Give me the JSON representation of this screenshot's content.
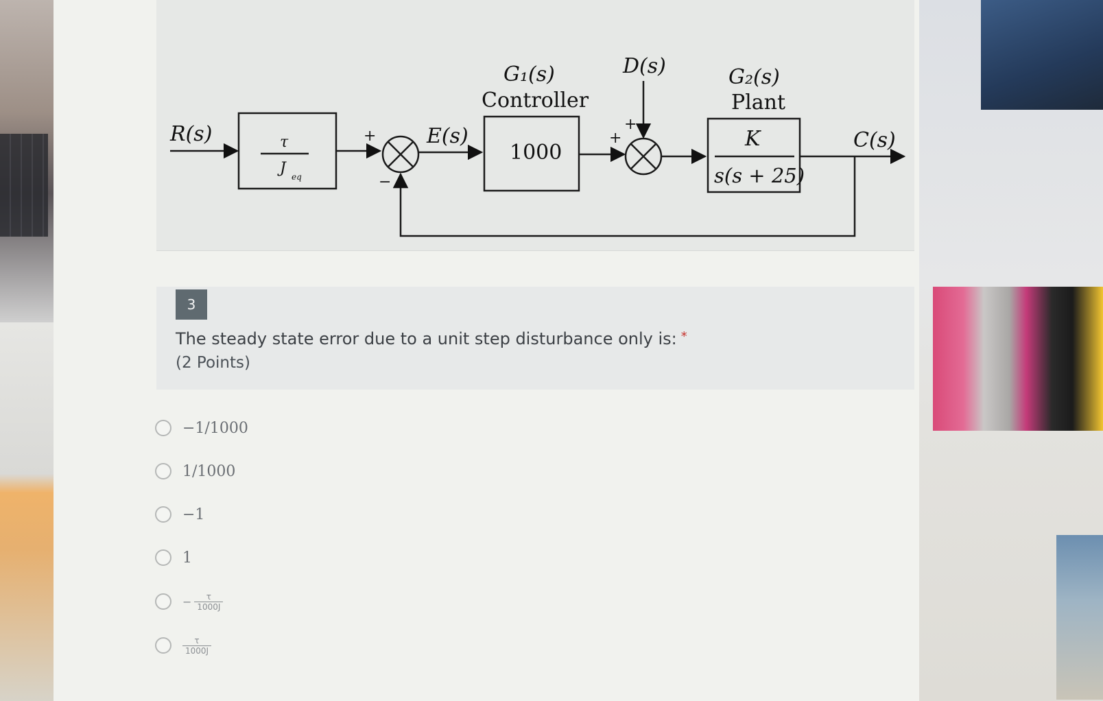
{
  "diagram": {
    "signals": {
      "input": "R(s)",
      "error": "E(s)",
      "disturbance": "D(s)",
      "output": "C(s)"
    },
    "prefilter": {
      "numerator": "τ",
      "denominator": "J",
      "subscript": "eq"
    },
    "controller": {
      "name": "G₁(s)",
      "label": "Controller",
      "gain": "1000"
    },
    "plant": {
      "name": "G₂(s)",
      "label": "Plant",
      "numerator": "K",
      "denominator": "s(s + 25)"
    },
    "signs": {
      "sum1_plus": "+",
      "sum1_minus": "−",
      "sum2_plus_left": "+",
      "sum2_plus_top": "+"
    }
  },
  "question": {
    "number": "3",
    "text": "The steady state error due to a unit step disturbance only is:",
    "required_marker": "*",
    "points": "(2 Points)"
  },
  "options": [
    {
      "label": "−1/1000"
    },
    {
      "label": "1/1000"
    },
    {
      "label": "−1"
    },
    {
      "label": "1"
    },
    {
      "sign": "−",
      "numerator": "τ",
      "denominator": "1000J"
    },
    {
      "sign": "",
      "numerator": "τ",
      "denominator": "1000J"
    }
  ]
}
